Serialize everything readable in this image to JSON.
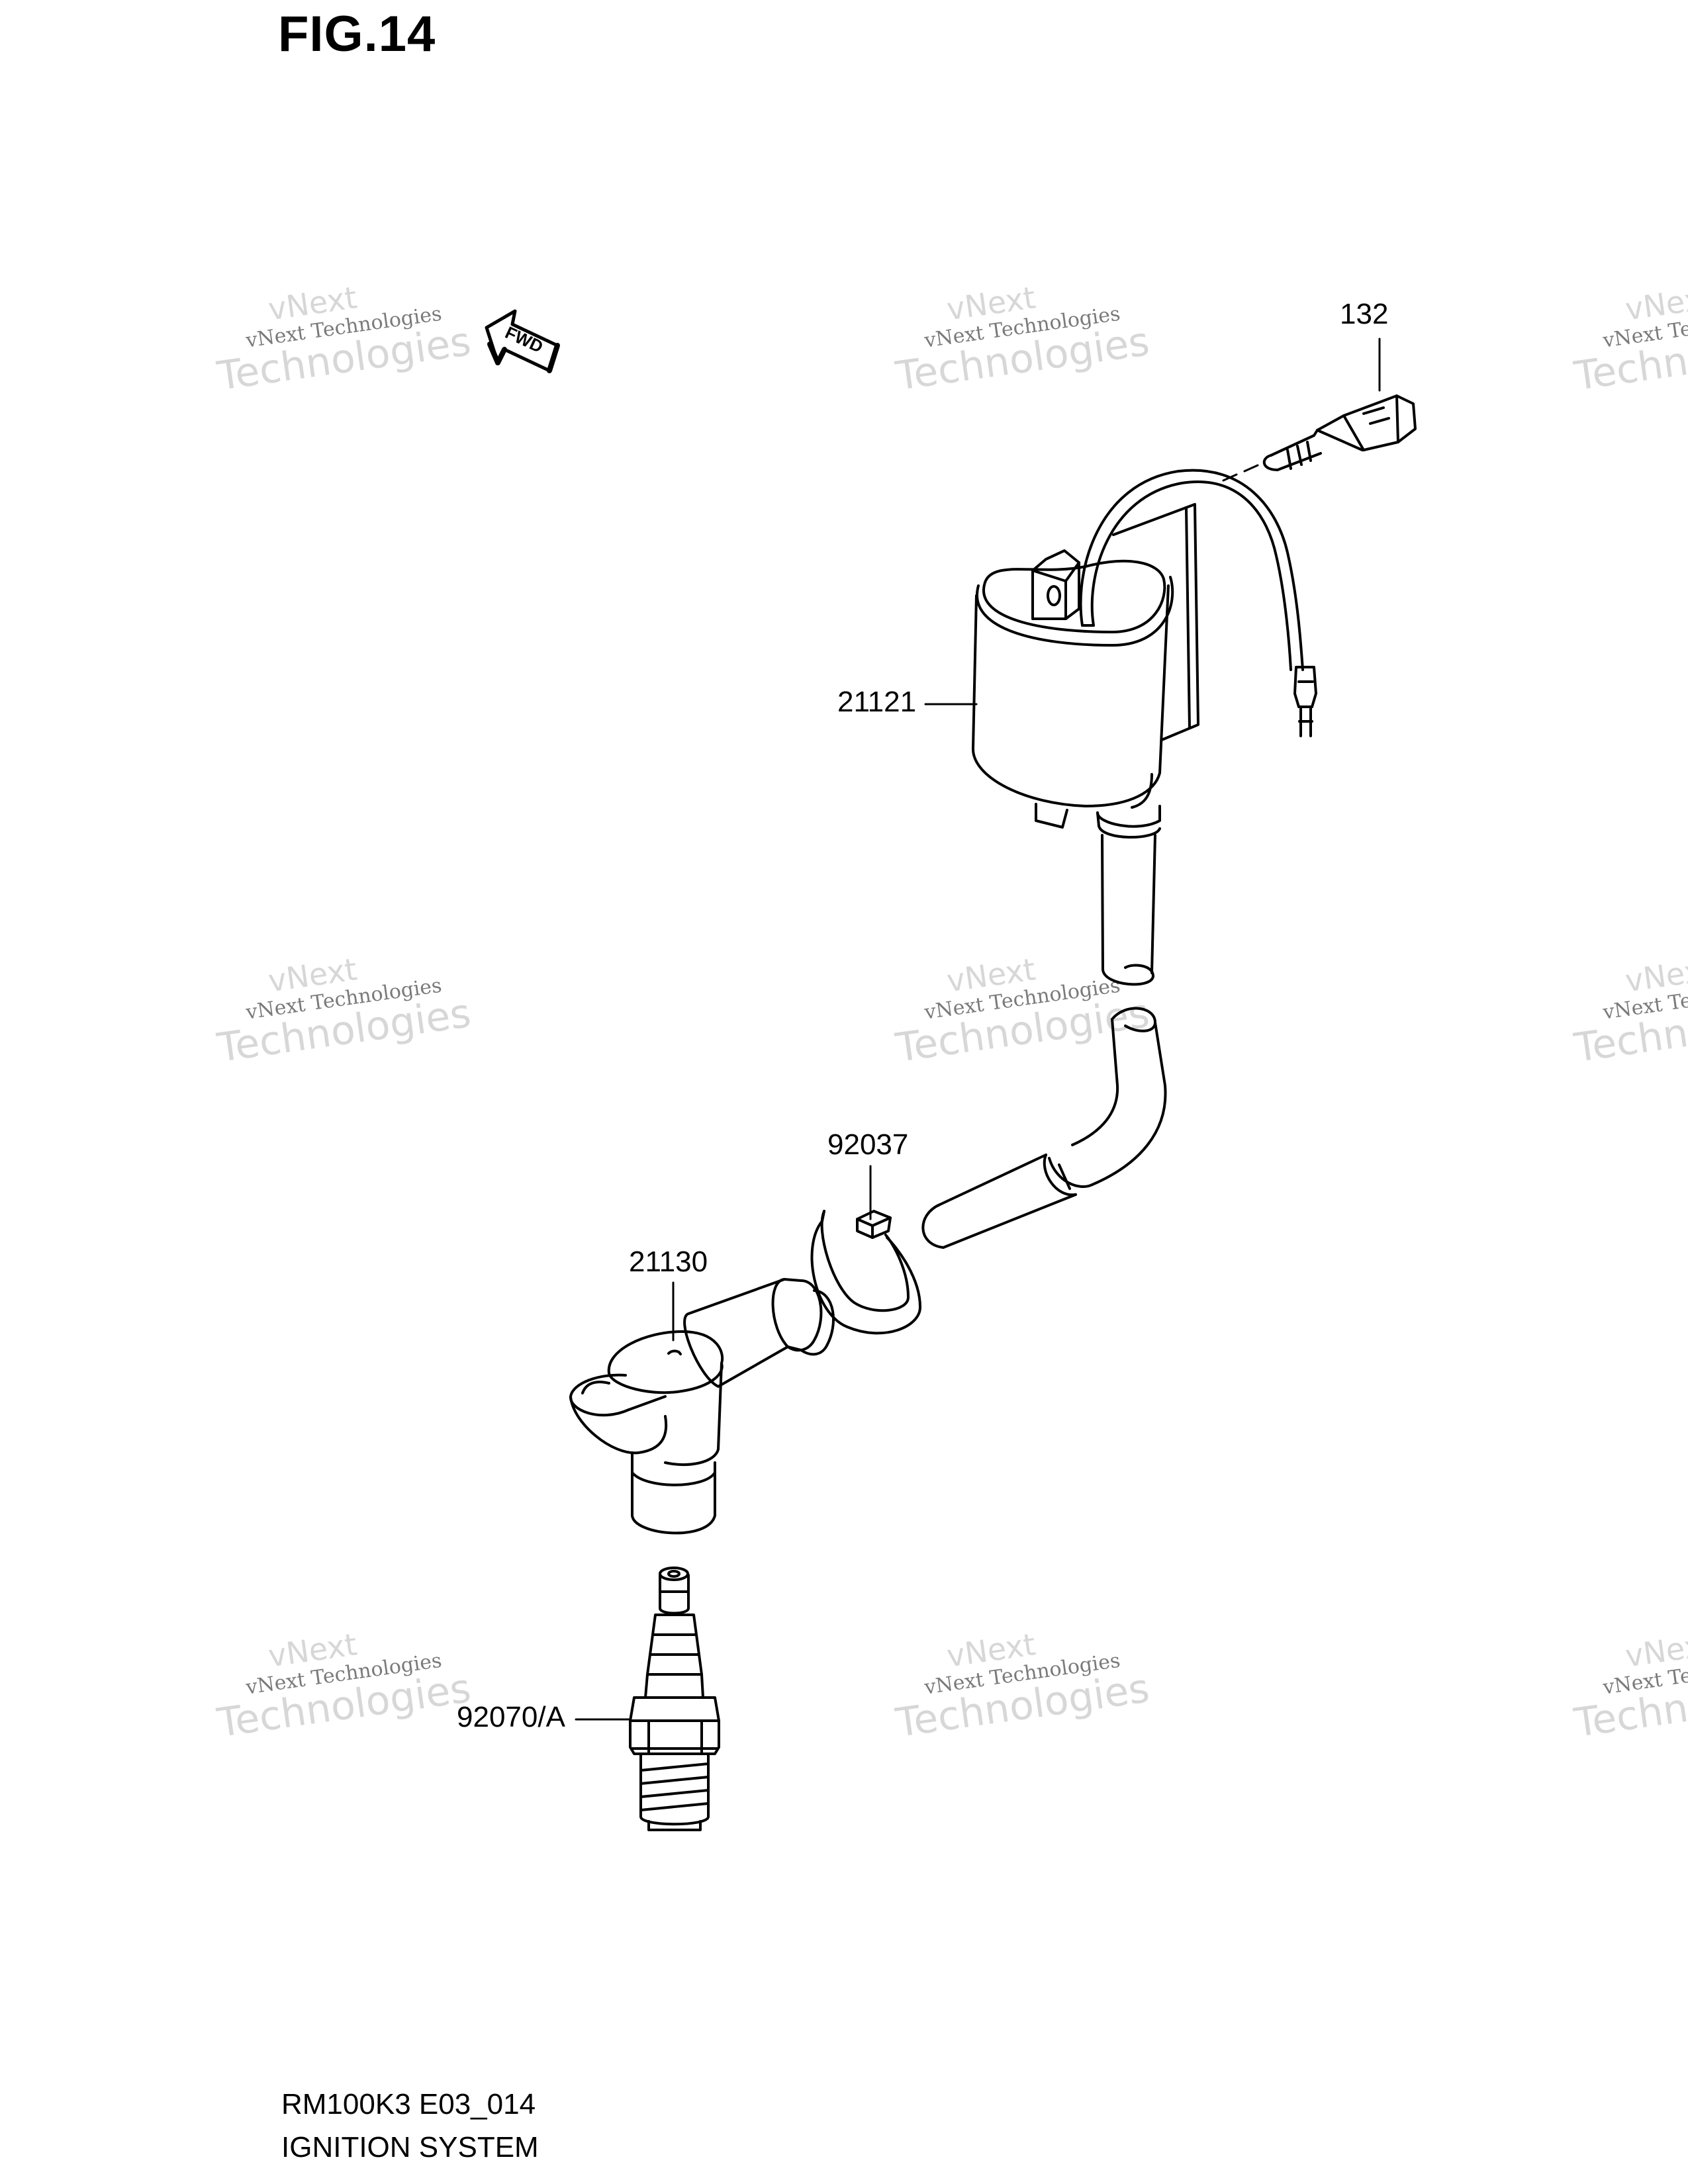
{
  "figure": {
    "title": "FIG.14"
  },
  "fwd_arrow": {
    "label": "FWD"
  },
  "parts": [
    {
      "id": "bolt",
      "number": "132"
    },
    {
      "id": "ignition-coil",
      "number": "21121"
    },
    {
      "id": "clamp",
      "number": "92037"
    },
    {
      "id": "plug-cap",
      "number": "21130"
    },
    {
      "id": "spark-plug",
      "number": "92070/A"
    }
  ],
  "footer": {
    "model_code": "RM100K3 E03_014",
    "section": "IGNITION SYSTEM"
  },
  "watermark": {
    "line1": "vNext",
    "line2": "vNext Technologies",
    "line3": "Technologies"
  }
}
